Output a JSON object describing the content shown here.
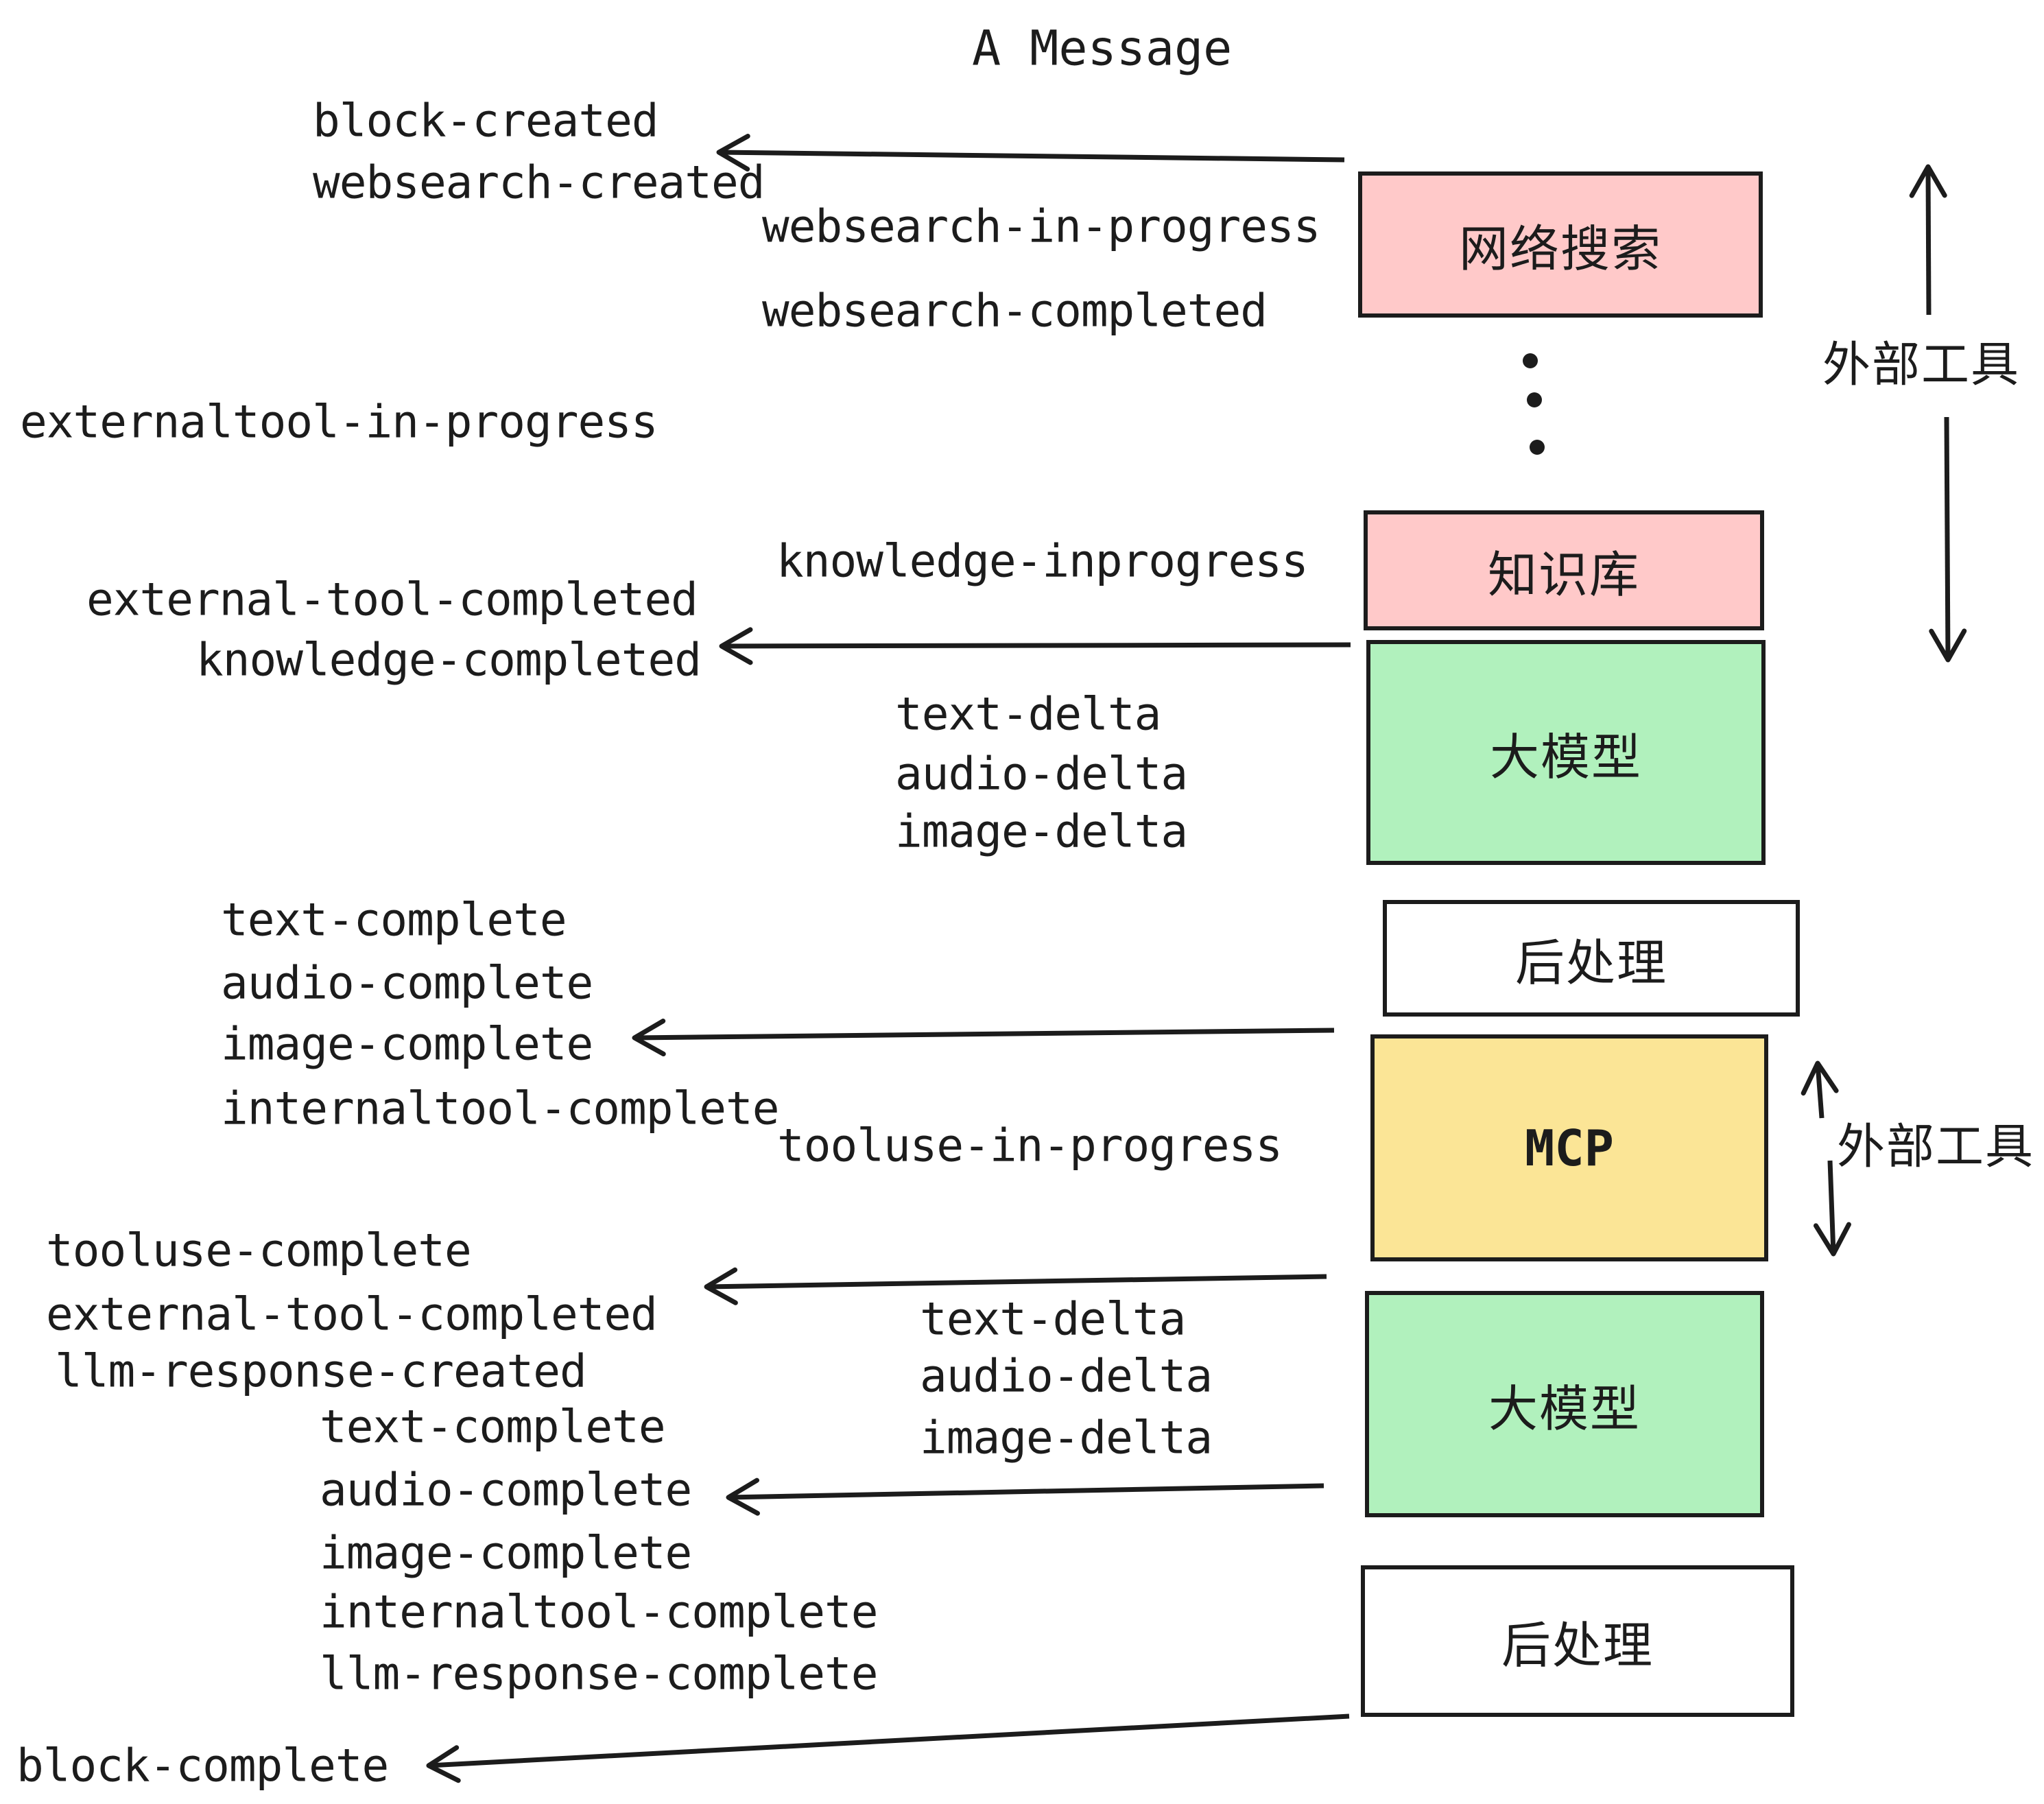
{
  "title": "A Message",
  "events": [
    {
      "label": "block-created"
    },
    {
      "label": "websearch-created"
    },
    {
      "label": "websearch-in-progress"
    },
    {
      "label": "websearch-completed"
    },
    {
      "label": "externaltool-in-progress"
    },
    {
      "label": "knowledge-inprogress"
    },
    {
      "label": "external-tool-completed"
    },
    {
      "label": "knowledge-completed"
    },
    {
      "label": "text-delta"
    },
    {
      "label": "audio-delta"
    },
    {
      "label": "image-delta"
    },
    {
      "label": "text-complete"
    },
    {
      "label": "audio-complete"
    },
    {
      "label": "image-complete"
    },
    {
      "label": "internaltool-complete"
    },
    {
      "label": "tooluse-in-progress"
    },
    {
      "label": "tooluse-complete"
    },
    {
      "label": "external-tool-completed"
    },
    {
      "label": "llm-response-created"
    },
    {
      "label": "text-complete"
    },
    {
      "label": "audio-complete"
    },
    {
      "label": "image-complete"
    },
    {
      "label": "internaltool-complete"
    },
    {
      "label": "llm-response-complete"
    },
    {
      "label": "text-delta"
    },
    {
      "label": "audio-delta"
    },
    {
      "label": "image-delta"
    },
    {
      "label": "block-complete"
    }
  ],
  "nodes": [
    {
      "label": "网络搜索",
      "color": "#ffc9c9"
    },
    {
      "label": "知识库",
      "color": "#ffc9c9"
    },
    {
      "label": "大模型",
      "color": "#b1f1bd"
    },
    {
      "label": "后处理",
      "color": "#ffffff"
    },
    {
      "label": "MCP",
      "color": "#fbe596"
    },
    {
      "label": "大模型",
      "color": "#b1f1bd"
    },
    {
      "label": "后处理",
      "color": "#ffffff"
    }
  ],
  "side_labels": [
    "外部工具",
    "外部工具"
  ],
  "icons": {
    "ellipsis_dots": "vertical-ellipsis",
    "dot_count": 3
  },
  "colors": {
    "box_pink": "#ffc9c9",
    "box_green": "#b1f1bd",
    "box_yellow": "#fbe596",
    "box_white": "#ffffff",
    "stroke": "#1c1c1c"
  }
}
